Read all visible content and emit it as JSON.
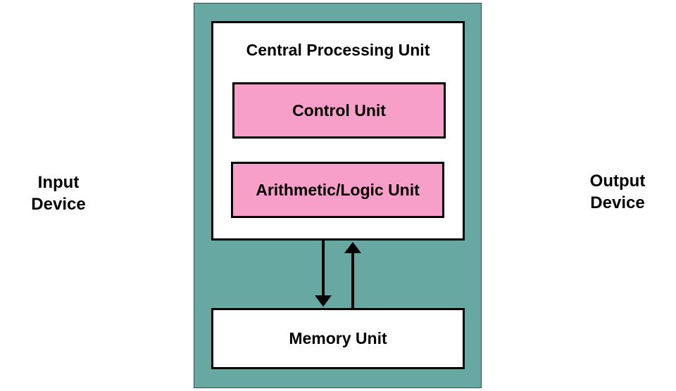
{
  "input_device": {
    "line1": "Input",
    "line2": "Device"
  },
  "output_device": {
    "line1": "Output",
    "line2": "Device"
  },
  "cpu": {
    "title": "Central Processing Unit",
    "control_unit": "Control Unit",
    "alu": "Arithmetic/Logic Unit"
  },
  "memory": {
    "label": "Memory Unit"
  },
  "colors": {
    "system_background": "#67a9a2",
    "unit_fill": "#f79fc8",
    "box_fill": "#ffffff",
    "outline": "#000000"
  },
  "connections": [
    {
      "from": "Central Processing Unit",
      "to": "Memory Unit",
      "direction": "down"
    },
    {
      "from": "Memory Unit",
      "to": "Central Processing Unit",
      "direction": "up"
    }
  ]
}
